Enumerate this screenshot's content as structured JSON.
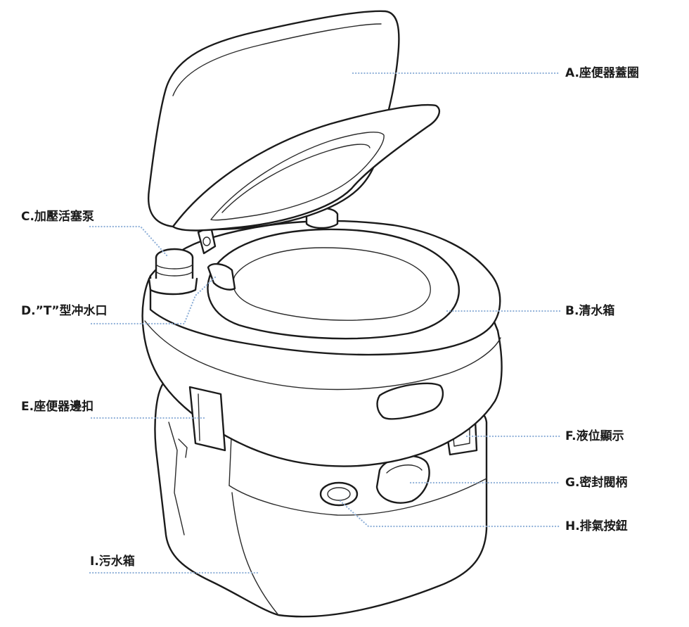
{
  "colors": {
    "leader": "#8fb0d8",
    "ink": "#1b1b1b"
  },
  "labels": {
    "a": "A.座便器蓋圈",
    "b": "B.清水箱",
    "c": "C.加壓活塞泵",
    "d": "D.”T”型冲水口",
    "e": "E.座便器邊扣",
    "f": "F.液位顯示",
    "g": "G.密封閥柄",
    "h": "H.排氣按鈕",
    "i": "I.污水箱"
  }
}
